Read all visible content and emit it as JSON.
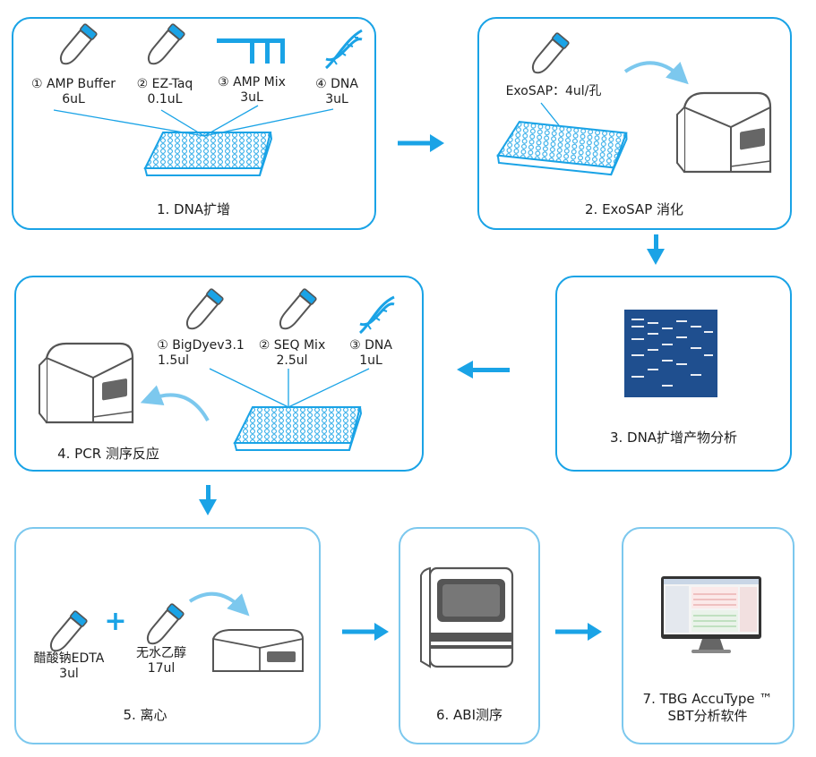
{
  "colors": {
    "accent": "#1aa3e6",
    "box_border": "#1aa3e6",
    "box_border_light": "#7cc8ee",
    "device": "#555555",
    "gel": "#1f4f8f"
  },
  "step1": {
    "caption": "1. DNA扩增",
    "items": [
      {
        "name": "① AMP Buffer",
        "amount": "6uL"
      },
      {
        "name": "② EZ-Taq",
        "amount": "0.1uL"
      },
      {
        "name": "③ AMP Mix",
        "amount": "3uL"
      },
      {
        "name": "④ DNA",
        "amount": "3uL"
      }
    ]
  },
  "step2": {
    "caption": "2. ExoSAP 消化",
    "reagent": "ExoSAP：4ul/孔"
  },
  "step3": {
    "caption": "3. DNA扩增产物分析"
  },
  "step4": {
    "caption": "4. PCR 测序反应",
    "items": [
      {
        "name": "① BigDyev3.1",
        "amount": "1.5ul"
      },
      {
        "name": "② SEQ Mix",
        "amount": "2.5ul"
      },
      {
        "name": "③ DNA",
        "amount": "1uL"
      }
    ]
  },
  "step5": {
    "caption": "5. 离心",
    "items": [
      {
        "name": "醋酸钠EDTA",
        "amount": "3ul"
      },
      {
        "name": "无水乙醇",
        "amount": "17ul"
      }
    ],
    "plus": "+"
  },
  "step6": {
    "caption": "6. ABI测序"
  },
  "step7": {
    "caption_line1": "7. TBG AccuType ™",
    "caption_line2": "SBT分析软件"
  },
  "icons": [
    "tube-icon",
    "primer-mix-icon",
    "dna-helix-icon",
    "plate-icon",
    "centrifuge-icon",
    "gel-icon",
    "sequencer-icon",
    "monitor-icon",
    "arrow-right-icon",
    "arrow-down-icon",
    "arrow-left-icon",
    "curved-arrow-icon"
  ]
}
